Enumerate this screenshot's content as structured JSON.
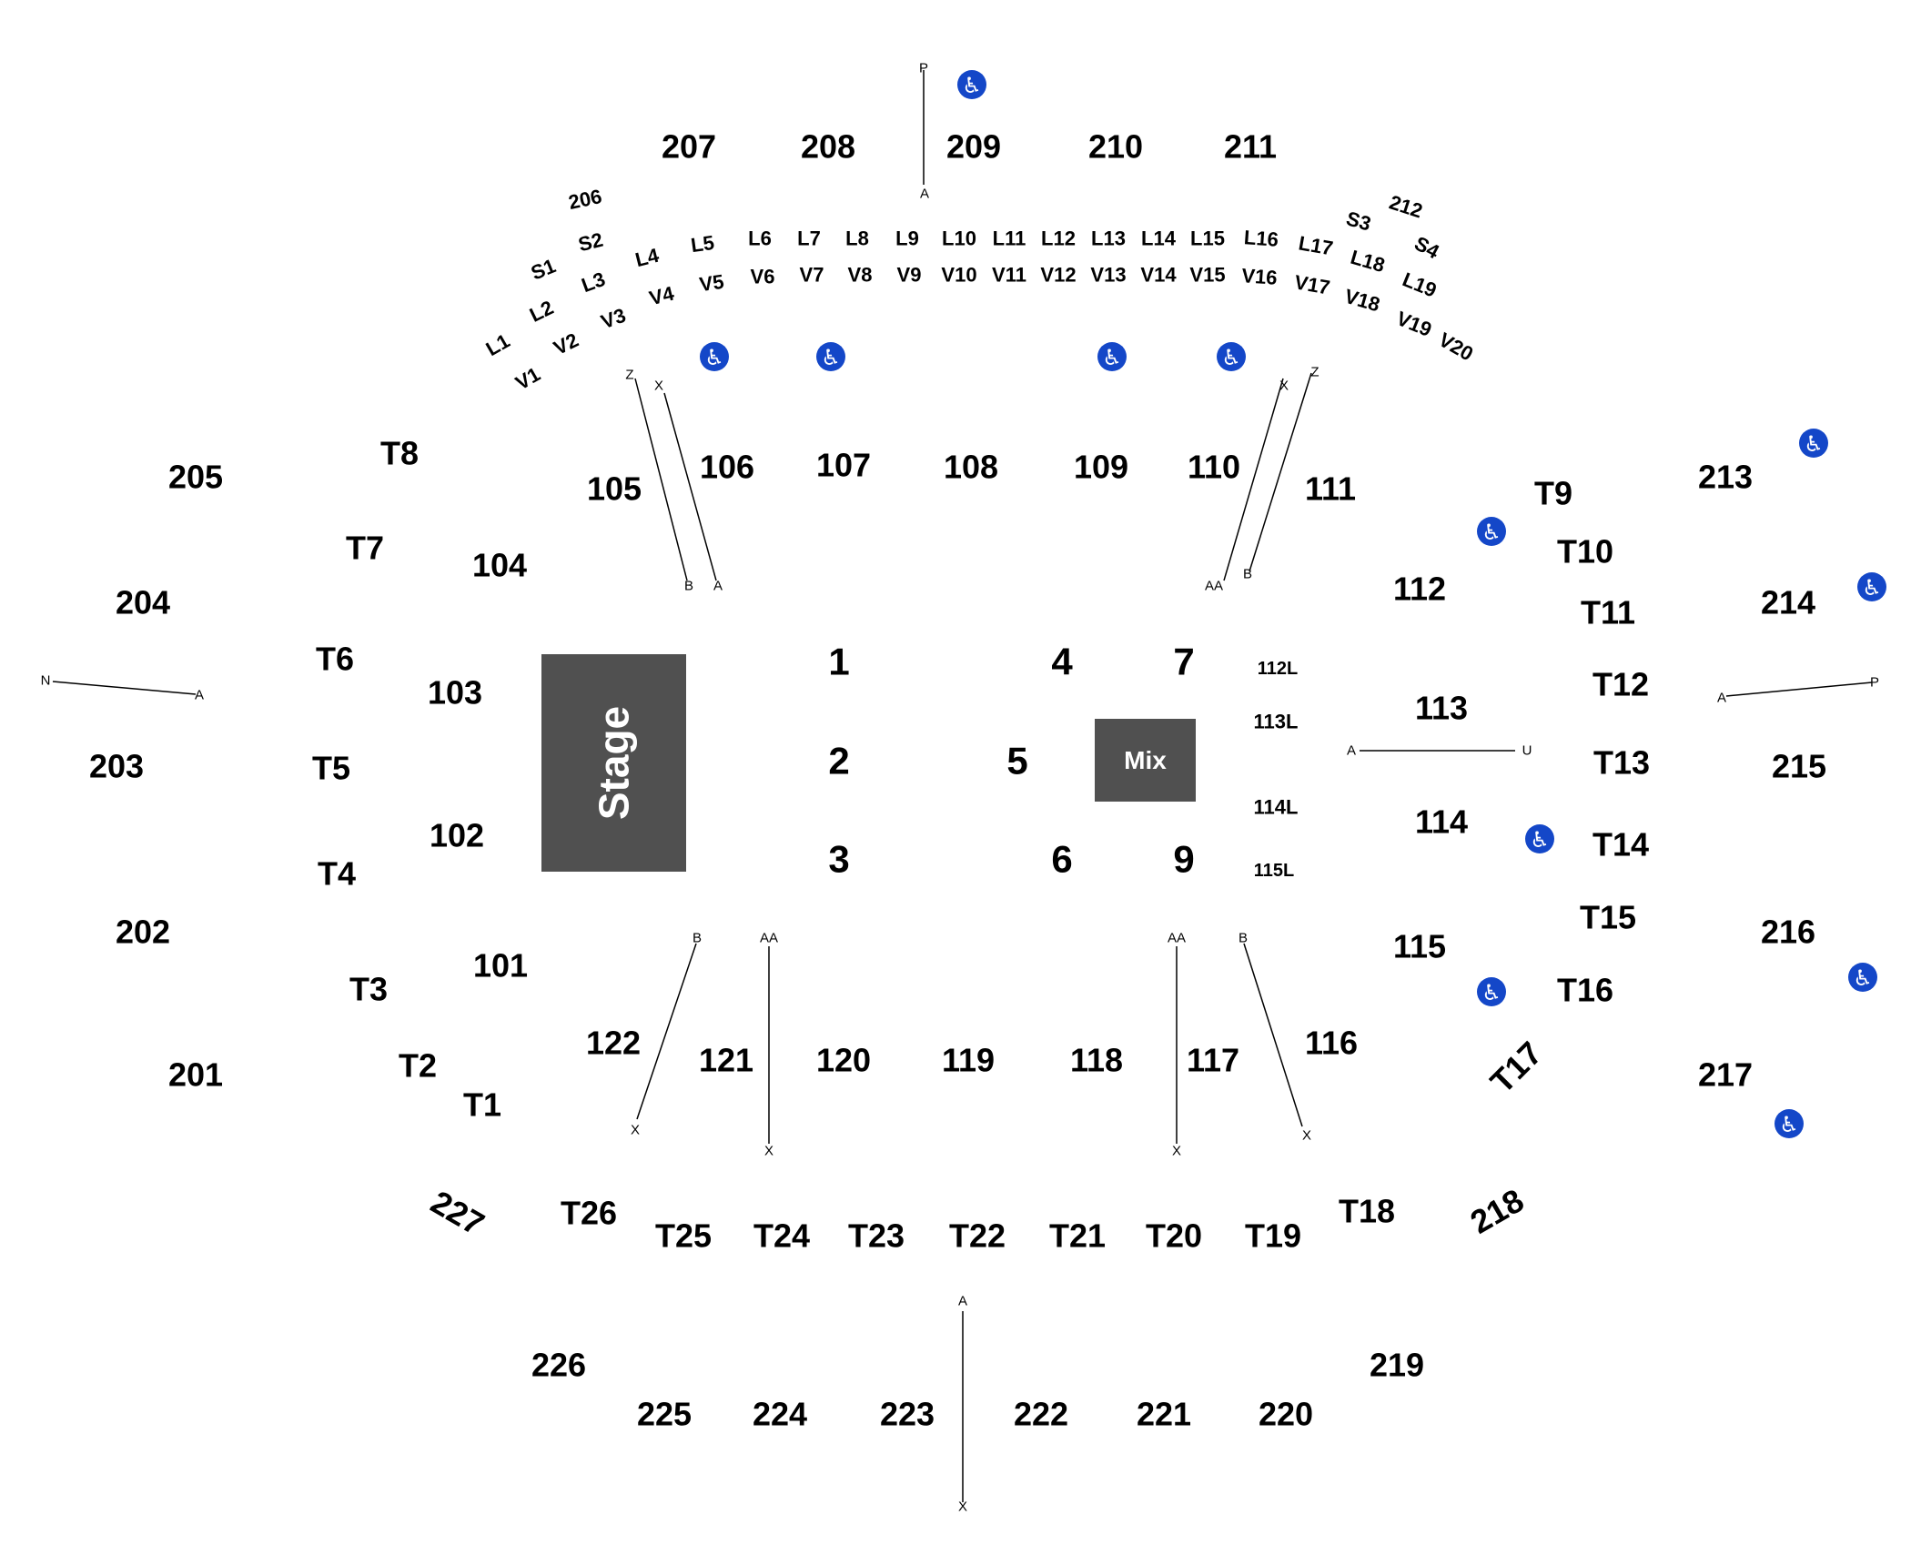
{
  "stage_blocks": [
    {
      "id": "stage",
      "label": "Stage"
    },
    {
      "id": "mix",
      "label": "Mix"
    }
  ],
  "sections": [
    "207",
    "208",
    "209",
    "210",
    "211",
    "206",
    "212",
    "S1",
    "S2",
    "S3",
    "S4",
    "L1",
    "L2",
    "L3",
    "L4",
    "L5",
    "L6",
    "L7",
    "L8",
    "L9",
    "L10",
    "L11",
    "L12",
    "L13",
    "L14",
    "L15",
    "L16",
    "L17",
    "L18",
    "L19",
    "V1",
    "V2",
    "V3",
    "V4",
    "V5",
    "V6",
    "V7",
    "V8",
    "V9",
    "V10",
    "V11",
    "V12",
    "V13",
    "V14",
    "V15",
    "V16",
    "V17",
    "V18",
    "V19",
    "V20",
    "205",
    "204",
    "203",
    "202",
    "201",
    "T8",
    "T7",
    "T6",
    "T5",
    "T4",
    "T3",
    "T2",
    "T1",
    "105",
    "104",
    "103",
    "102",
    "101",
    "106",
    "107",
    "108",
    "109",
    "110",
    "111",
    "112",
    "113",
    "114",
    "115",
    "116",
    "T9",
    "T10",
    "T11",
    "T12",
    "T13",
    "T14",
    "T15",
    "T16",
    "T17",
    "213",
    "214",
    "215",
    "216",
    "217",
    "1",
    "2",
    "3",
    "4",
    "5",
    "6",
    "7",
    "9",
    "112L",
    "113L",
    "114L",
    "115L",
    "122",
    "121",
    "120",
    "119",
    "118",
    "117",
    "227",
    "T26",
    "T25",
    "T24",
    "T23",
    "T22",
    "T21",
    "T20",
    "T19",
    "T18",
    "218",
    "226",
    "225",
    "224",
    "223",
    "222",
    "221",
    "220",
    "219"
  ],
  "row_markers": [
    {
      "a": "P",
      "b": "A"
    },
    {
      "a": "Z",
      "b": "B"
    },
    {
      "a": "X",
      "b": "A"
    },
    {
      "a": "X",
      "b": "AA"
    },
    {
      "a": "Z",
      "b": "B"
    },
    {
      "a": "N",
      "b": "A"
    },
    {
      "a": "A",
      "b": "P"
    },
    {
      "a": "A",
      "b": "U"
    },
    {
      "a": "B",
      "b": "X"
    },
    {
      "a": "AA",
      "b": "X"
    },
    {
      "a": "AA",
      "b": "X"
    },
    {
      "a": "B",
      "b": "X"
    },
    {
      "a": "A",
      "b": "X"
    }
  ],
  "icons": {
    "accessible": "wheelchair-icon",
    "accessible_color": "#1447c8"
  },
  "colors": {
    "block_fill": "#505050",
    "block_text": "#ffffff"
  }
}
